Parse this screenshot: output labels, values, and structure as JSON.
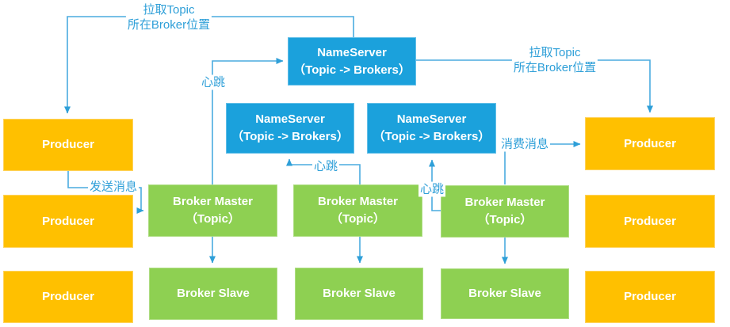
{
  "diagram": {
    "description_visible_text_only": true,
    "colors": {
      "producer_fill": "#ffc000",
      "nameserver_fill": "#1ba1dc",
      "broker_fill": "#8ed052",
      "connector_line": "#4aabdf",
      "edge_label_text": "#2e9fd8",
      "node_text": "#ffffff",
      "background": "#ffffff"
    },
    "nodes": {
      "producer": {
        "label": "Producer"
      },
      "nameserver": {
        "line1": "NameServer",
        "line2": "（Topic -> Brokers）"
      },
      "broker_master": {
        "line1": "Broker Master",
        "line2": "（Topic）"
      },
      "broker_slave": {
        "label": "Broker Slave"
      }
    },
    "node_instances": {
      "producers_left_count": 3,
      "producers_right_count": 3,
      "nameservers_count": 3,
      "broker_masters_count": 3,
      "broker_slaves_count": 3
    },
    "edge_labels": {
      "pull_left": {
        "line1": "拉取Topic",
        "line2": "所在Broker位置"
      },
      "pull_right": {
        "line1": "拉取Topic",
        "line2": "所在Broker位置"
      },
      "heartbeat1": {
        "text": "心跳"
      },
      "heartbeat2": {
        "text": "心跳"
      },
      "heartbeat3": {
        "text": "心跳"
      },
      "send": {
        "text": "发送消息"
      },
      "consume": {
        "text": "消费消息"
      }
    }
  }
}
